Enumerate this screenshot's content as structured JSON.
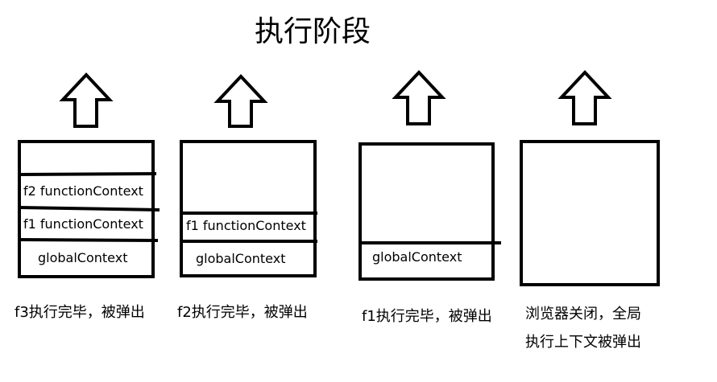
{
  "title": "执行阶段",
  "stages": [
    {
      "slots": [
        "f2 functionContext",
        "f1 functionContext",
        "globalContext"
      ],
      "caption_lines": [
        "f3执行完毕，被弹出"
      ]
    },
    {
      "slots": [
        "f1 functionContext",
        "globalContext"
      ],
      "caption_lines": [
        "f2执行完毕，被弹出"
      ]
    },
    {
      "slots": [
        "globalContext"
      ],
      "caption_lines": [
        "f1执行完毕，被弹出"
      ]
    },
    {
      "slots": [],
      "caption_lines": [
        "浏览器关闭，全局",
        "执行上下文被弹出"
      ]
    }
  ]
}
